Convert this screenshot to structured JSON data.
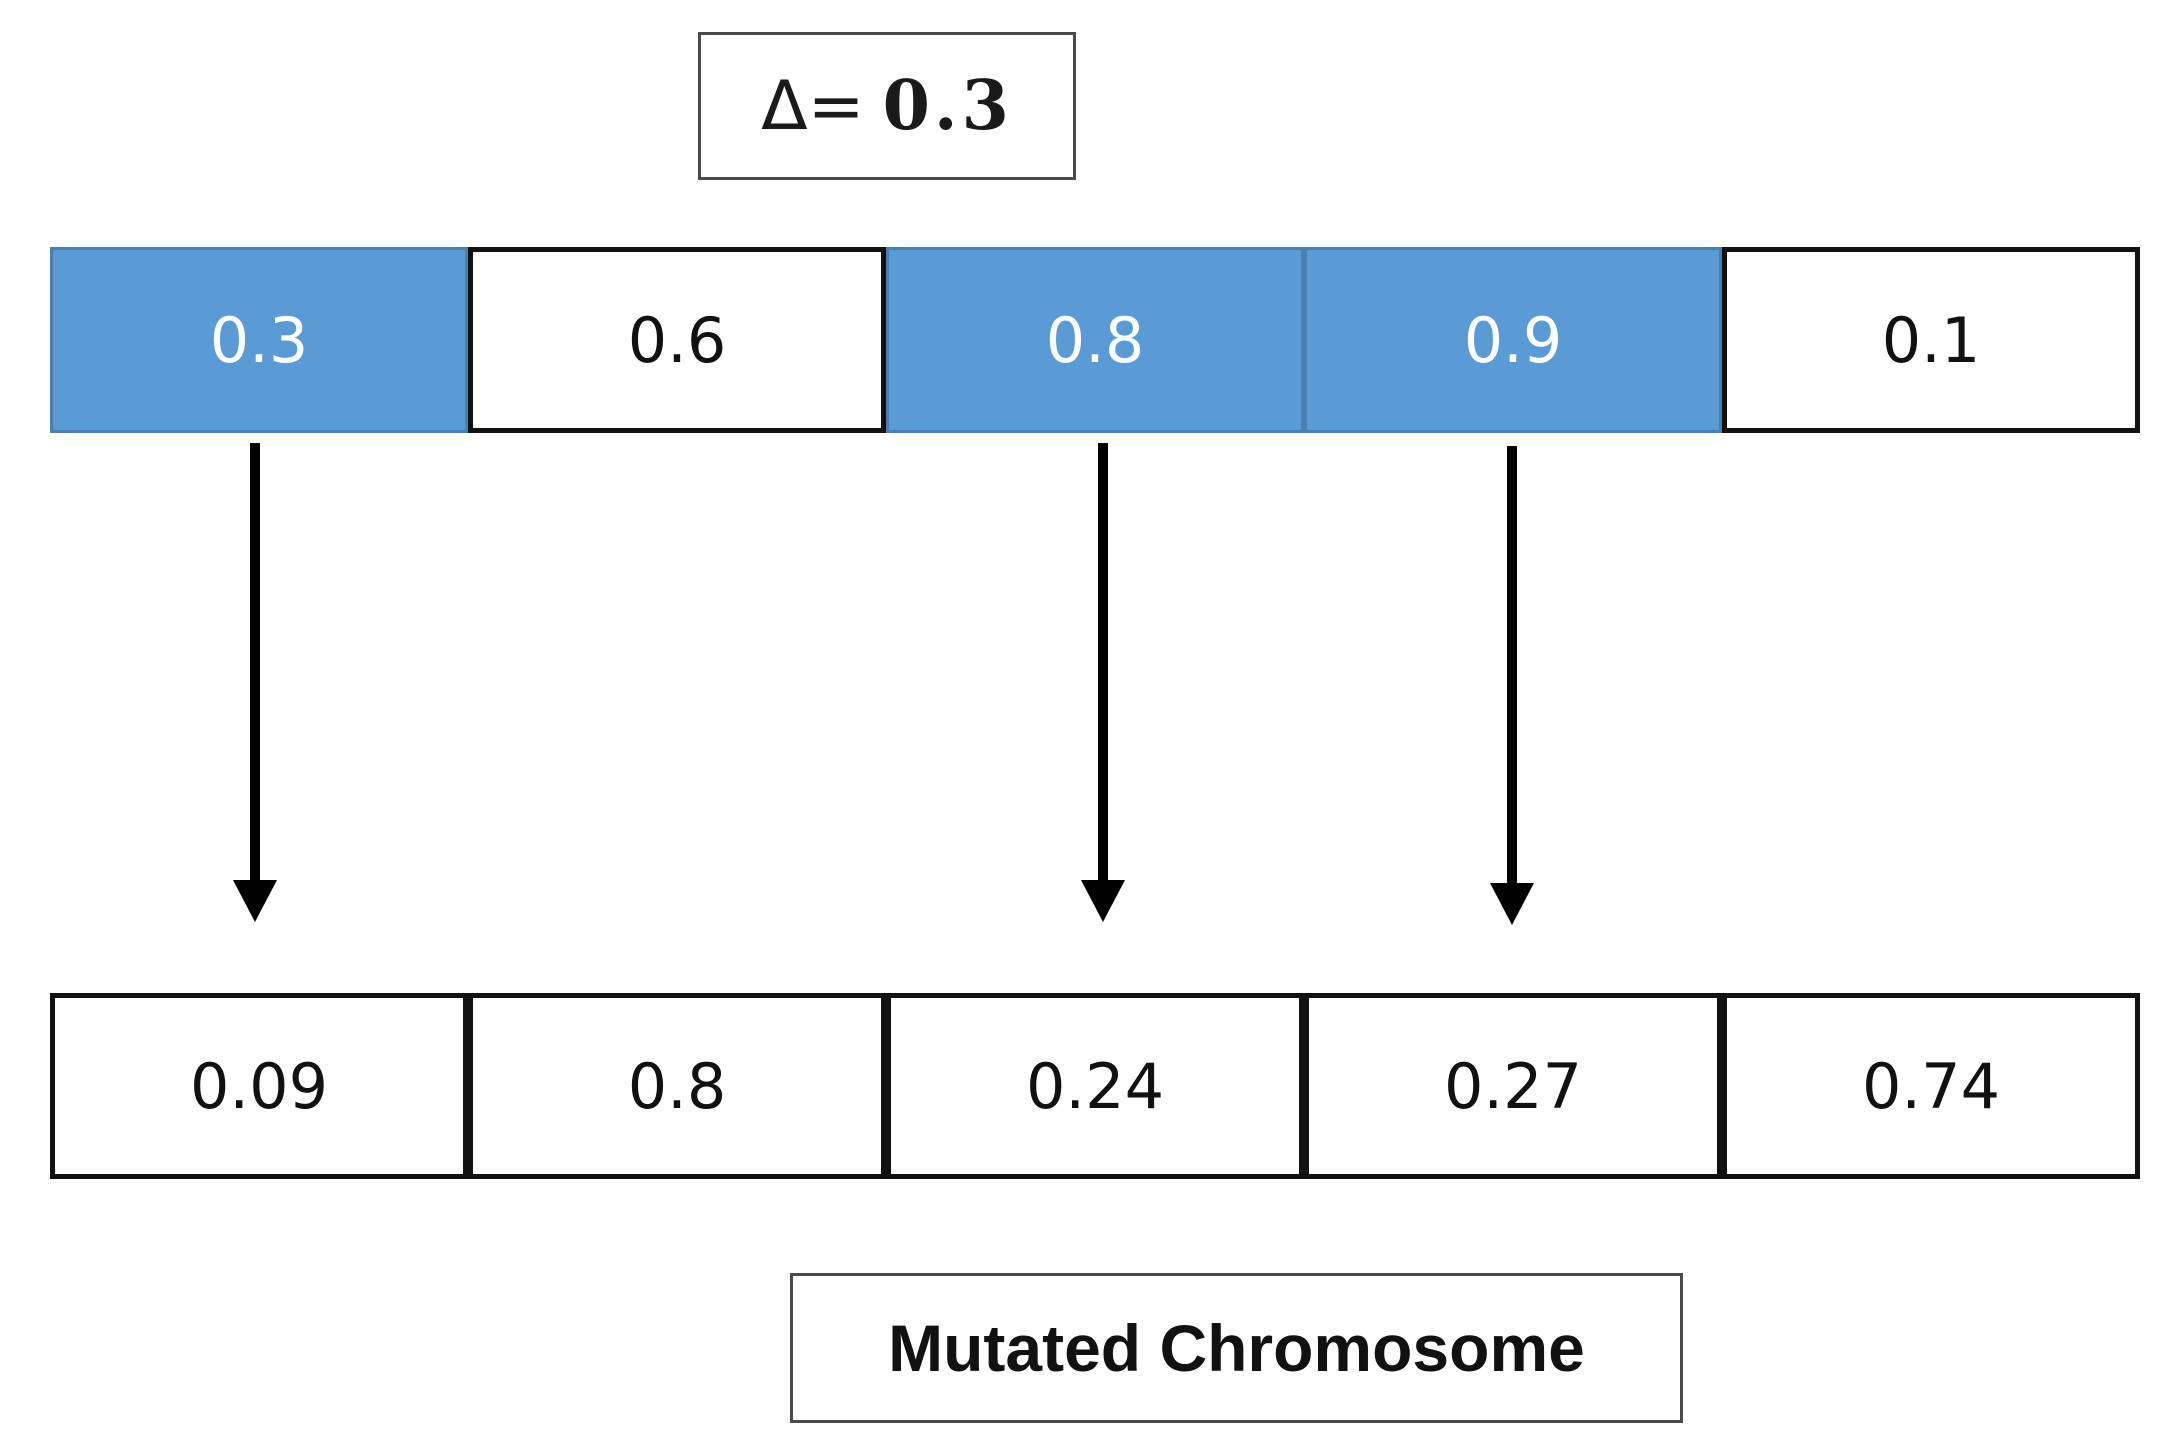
{
  "delta": {
    "symbol": "Δ=",
    "value": "0.3"
  },
  "original_chromosome": [
    {
      "value": "0.3",
      "selected": true
    },
    {
      "value": "0.6",
      "selected": false
    },
    {
      "value": "0.8",
      "selected": true
    },
    {
      "value": "0.9",
      "selected": true
    },
    {
      "value": "0.1",
      "selected": false
    }
  ],
  "mutated_chromosome": [
    {
      "value": "0.09"
    },
    {
      "value": "0.8"
    },
    {
      "value": "0.24"
    },
    {
      "value": "0.27"
    },
    {
      "value": "0.74"
    }
  ],
  "label": "Mutated Chromosome",
  "colors": {
    "selected_fill": "#5b9bd5",
    "selected_text": "#ffffff",
    "border": "#111111"
  }
}
